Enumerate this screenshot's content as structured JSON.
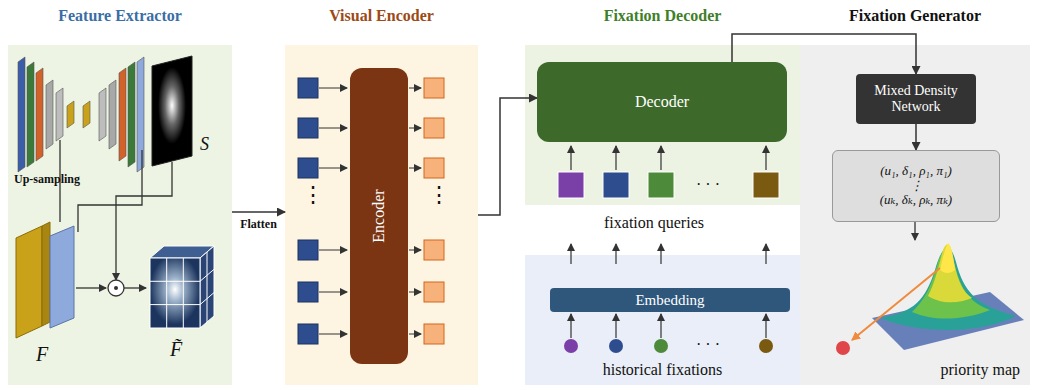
{
  "diagram": {
    "nodes": [
      {
        "text": [
          "Feature Extractor"
        ]
      },
      {
        "text": [
          "Visual Encoder"
        ]
      },
      {
        "text": [
          "Encoder"
        ],
        "in": 1
      },
      {
        "text": [
          "Fixation Decoder"
        ]
      },
      {
        "text": [
          "Decoder"
        ],
        "in": 3
      },
      {
        "text": [
          "historical fixations"
        ]
      },
      {
        "text": [
          "Embedding"
        ],
        "in": 5
      },
      {
        "text": [
          "Fixation Generator",
          "priority map"
        ]
      },
      {
        "text": [
          "Mixed Density Network"
        ],
        "in": 7
      },
      {
        "text": [
          "(u₁, δ₁, ρ₁, π₁)",
          "⋮",
          "(uₖ, δₖ, ρₖ, πₖ)"
        ],
        "in": 7
      }
    ],
    "edges": [
      {
        "from": 0,
        "to": 1,
        "label": "Flatten",
        "arrow": "to"
      },
      {
        "from": 1,
        "to": 4,
        "arrow": "to"
      },
      {
        "from": 4,
        "to": 8,
        "arrow": "to"
      },
      {
        "from": 8,
        "to": 9,
        "arrow": "to"
      }
    ],
    "labels": [
      "Up-sampling",
      "S",
      "F",
      "F̃",
      "⋮",
      "⋮",
      "fixation queries",
      "· · ·",
      "· · ·"
    ]
  }
}
